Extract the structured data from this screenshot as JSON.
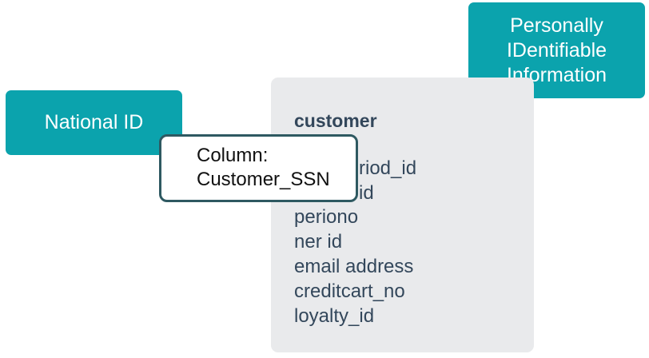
{
  "tags": {
    "national_id": "National ID",
    "pii_lines": [
      "Personally",
      "IDentifiable",
      "Information"
    ]
  },
  "table": {
    "name": "customer",
    "columns": [
      "riod_id",
      "id",
      "periono",
      "ner id",
      "email address",
      "creditcart_no",
      "loyalty_id"
    ]
  },
  "callout": {
    "line1": "Column:",
    "line2": "Customer_SSN"
  },
  "colors": {
    "tag_background": "#0ba3ad",
    "table_background": "#e9eaec",
    "text": "#33475b",
    "callout_border": "#2e5961"
  }
}
